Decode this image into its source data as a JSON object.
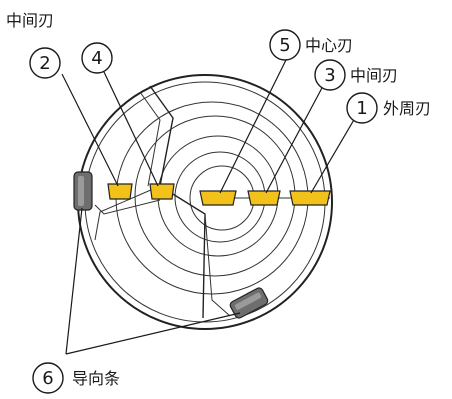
{
  "labels": {
    "top_left": "中间刃",
    "marker_5": "中心刃",
    "marker_3": "中间刃",
    "marker_1": "外周刃",
    "marker_6": "导向条"
  },
  "markers": {
    "m1": "1",
    "m2": "2",
    "m3": "3",
    "m4": "4",
    "m5": "5",
    "m6": "6"
  },
  "colors": {
    "insert_fill": "#f2c21b",
    "line": "#222222",
    "guide_pad": "#6e6e6e"
  },
  "icons": {
    "insert": "cutting-insert",
    "guide_pad": "guide-pad"
  }
}
